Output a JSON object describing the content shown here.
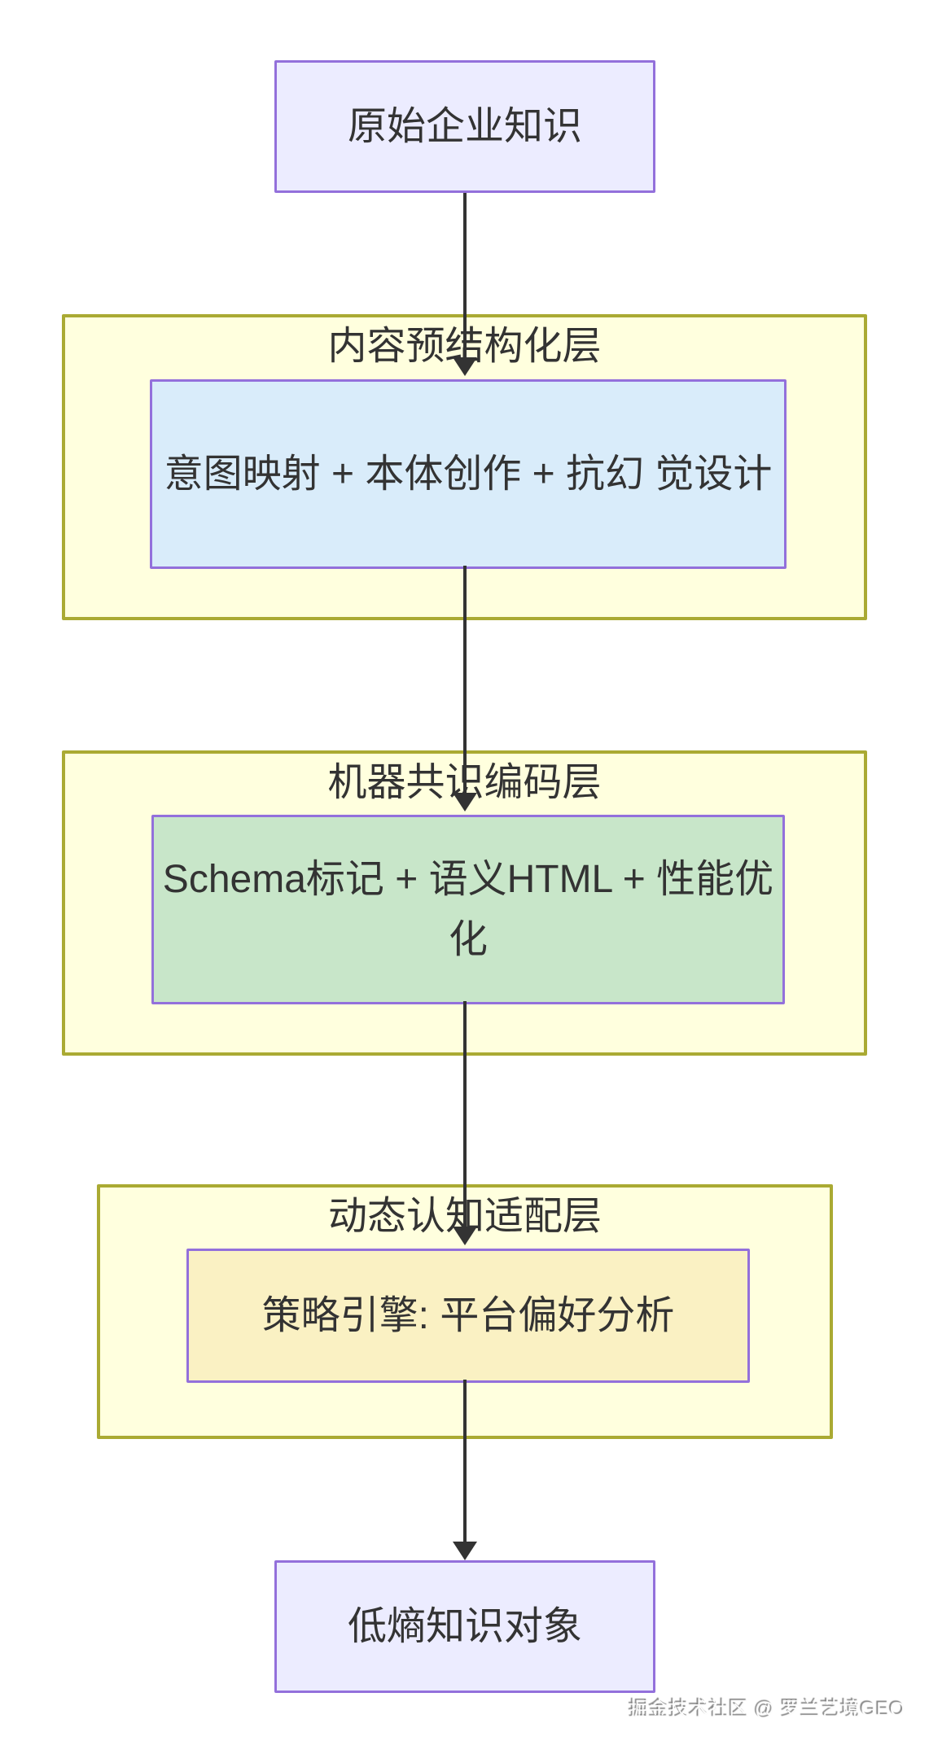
{
  "diagram": {
    "source_node": {
      "label": "原始企业知识"
    },
    "layers": [
      {
        "title": "内容预结构化层",
        "node_label": "意图映射 + 本体创作 + 抗幻\n觉设计"
      },
      {
        "title": "机器共识编码层",
        "node_label": "Schema标记 + 语义HTML +\n性能优化"
      },
      {
        "title": "动态认知适配层",
        "node_label": "策略引擎: 平台偏好分析"
      }
    ],
    "sink_node": {
      "label": "低熵知识对象"
    },
    "colors": {
      "node-fill": "#ECECFF",
      "node-border": "#9370DB",
      "layer-fill": "#FFFFDE",
      "layer-border": "#AAAA33",
      "step1-fill": "#D9ECFA",
      "step2-fill": "#C8E6C9",
      "step3-fill": "#FAF1C3",
      "arrow-color": "#333333",
      "text-color": "#333333"
    }
  },
  "watermark": {
    "text": "掘金技术社区 @ 罗兰艺境GEO"
  }
}
